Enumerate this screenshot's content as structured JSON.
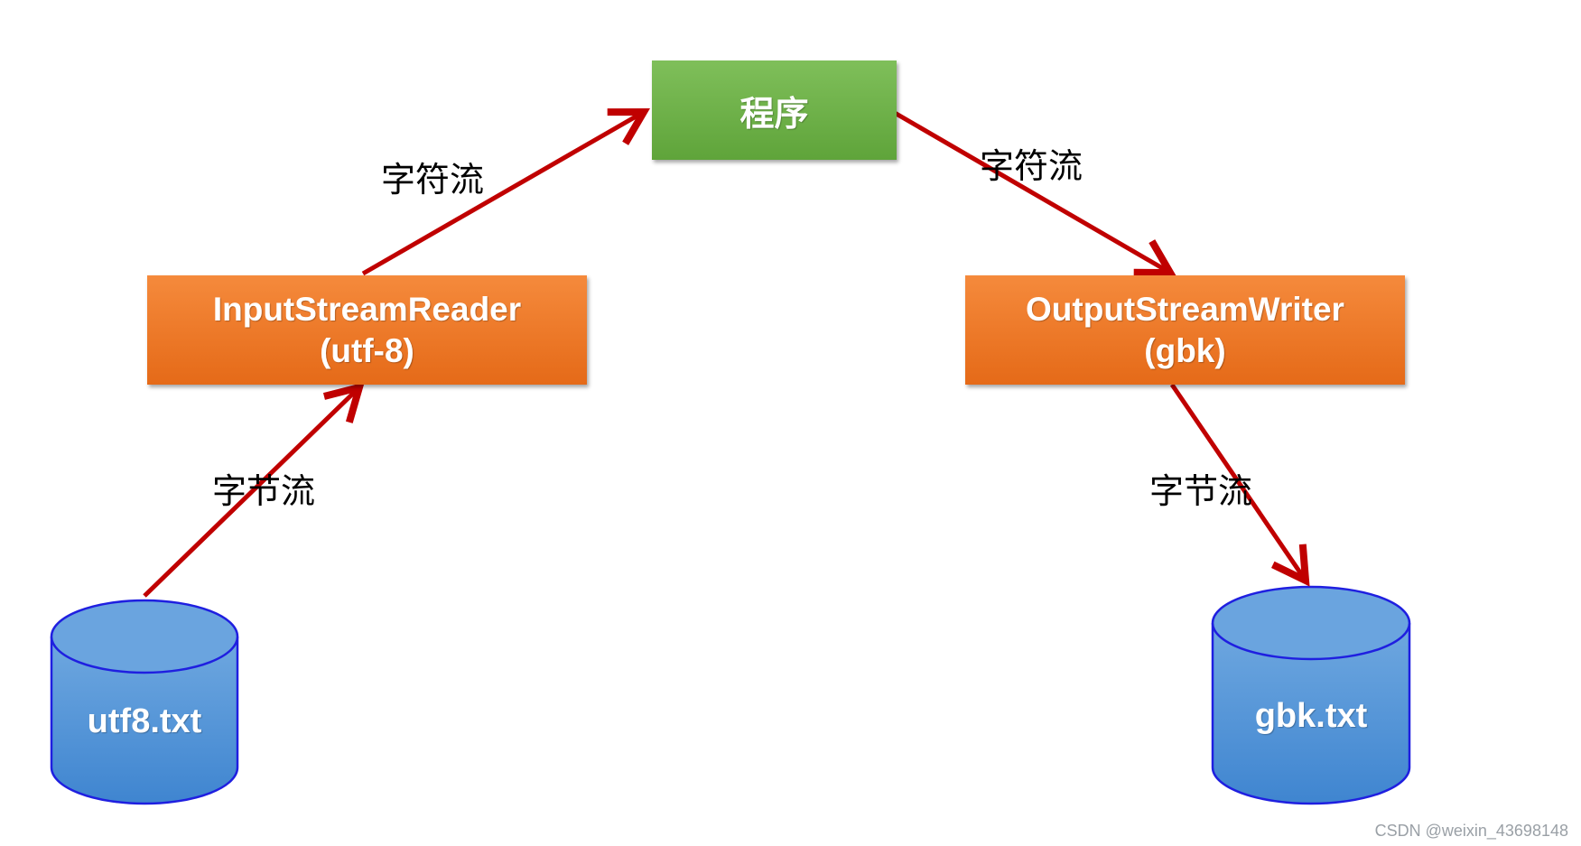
{
  "nodes": {
    "program": "程序",
    "reader_line1": "InputStreamReader",
    "reader_line2": "(utf-8)",
    "writer_line1": "OutputStreamWriter",
    "writer_line2": "(gbk)",
    "source_file": "utf8.txt",
    "target_file": "gbk.txt"
  },
  "edges": {
    "left_char_stream": "字符流",
    "right_char_stream": "字符流",
    "left_byte_stream": "字节流",
    "right_byte_stream": "字节流"
  },
  "watermark": "CSDN @weixin_43698148",
  "colors": {
    "arrow": "#c00000",
    "program_box": "#6aaf45",
    "stream_box": "#ee7a2a",
    "cylinder": "#5596d8",
    "cylinder_border": "#1f1fe0"
  }
}
